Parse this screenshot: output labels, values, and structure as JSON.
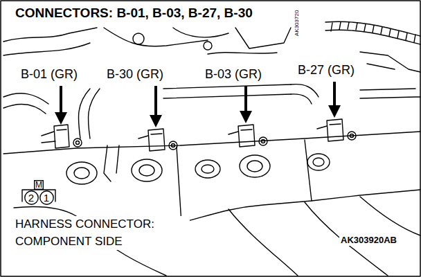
{
  "diagram": {
    "title": "CONNECTORS: B-01, B-03, B-27, B-30",
    "nodes": [
      {
        "text": [
          "M"
        ]
      },
      {
        "text": [
          "2"
        ]
      },
      {
        "text": [
          "1"
        ]
      }
    ],
    "labels": [
      "B-01 (GR)",
      "B-30 (GR)",
      "B-03 (GR)",
      "B-27 (GR)",
      "HARNESS CONNECTOR: COMPONENT SIDE",
      "AK303920AB",
      "AK303720"
    ]
  }
}
